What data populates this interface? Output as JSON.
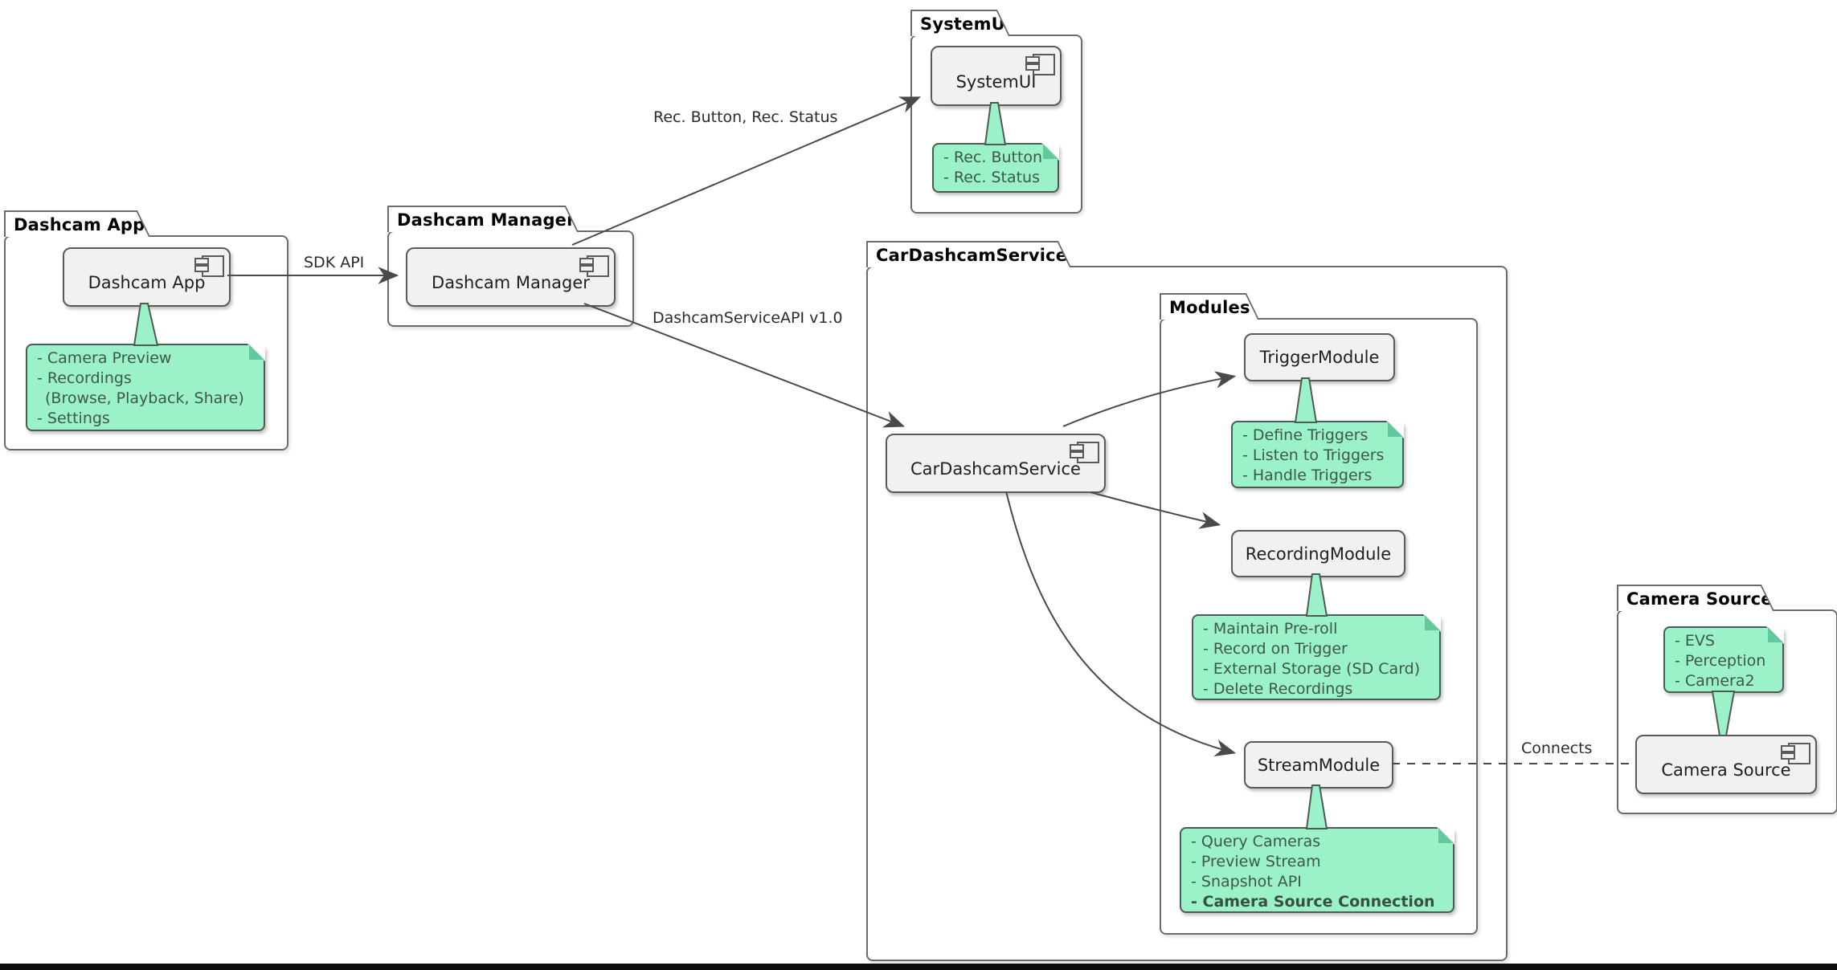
{
  "packages": {
    "dashcam_app": {
      "title": "Dashcam App"
    },
    "dashcam_manager": {
      "title": "Dashcam Manager"
    },
    "systemui": {
      "title": "SystemUI"
    },
    "cardashcamservice": {
      "title": "CarDashcamService"
    },
    "modules": {
      "title": "Modules"
    },
    "camera_source": {
      "title": "Camera Source"
    }
  },
  "components": {
    "dashcam_app": {
      "label": "Dashcam App"
    },
    "dashcam_manager": {
      "label": "Dashcam Manager"
    },
    "systemui": {
      "label": "SystemUI"
    },
    "cardashcamservice": {
      "label": "CarDashcamService"
    },
    "trigger_module": {
      "label": "TriggerModule"
    },
    "recording_module": {
      "label": "RecordingModule"
    },
    "stream_module": {
      "label": "StreamModule"
    },
    "camera_source": {
      "label": "Camera Source"
    }
  },
  "notes": {
    "dashcam_app": {
      "lines": [
        "- Camera Preview",
        "- Recordings",
        "(Browse, Playback, Share)",
        "- Settings"
      ]
    },
    "systemui": {
      "lines": [
        "- Rec. Button",
        "- Rec. Status"
      ]
    },
    "trigger": {
      "lines": [
        "- Define Triggers",
        "- Listen to Triggers",
        "- Handle Triggers"
      ]
    },
    "recording": {
      "lines": [
        "- Maintain Pre-roll",
        "- Record on Trigger",
        "- External Storage (SD Card)",
        "- Delete Recordings"
      ]
    },
    "stream": {
      "lines": [
        "- Query Cameras",
        "- Preview Stream",
        "- Snapshot API",
        "- Camera Source Connection"
      ]
    },
    "camera": {
      "lines": [
        "- EVS",
        "- Perception",
        "- Camera2"
      ]
    }
  },
  "edges": {
    "sdk_api": {
      "label": "SDK API"
    },
    "rec_status": {
      "label": "Rec. Button, Rec. Status"
    },
    "service_api": {
      "label": "DashcamServiceAPI v1.0"
    },
    "connects": {
      "label": "Connects"
    }
  },
  "colors": {
    "note_fill": "#9bf2c8",
    "note_border": "#4e5b53",
    "note_text": "#3e574b",
    "component_fill": "#f1f1f1",
    "component_border": "#5a5a5a",
    "package_border": "#6b6b6b",
    "edge": "#4a4a4a",
    "bottom_bar": "#0e0e0e"
  }
}
